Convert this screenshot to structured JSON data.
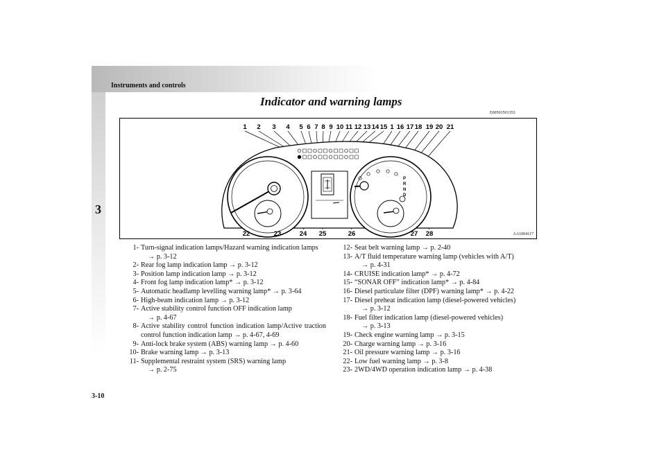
{
  "header": {
    "title": "Instruments and controls",
    "chapter": "3"
  },
  "section": {
    "title": "Indicator and warning lamps",
    "code": "E00501501353"
  },
  "figure": {
    "code": "AA1004117",
    "top_callouts": [
      "1",
      "2",
      "3",
      "4",
      "5",
      "6",
      "7",
      "8",
      "9",
      "10",
      "11",
      "12",
      "13",
      "14",
      "15",
      "1",
      "16",
      "17",
      "18",
      "19",
      "20",
      "21"
    ],
    "bottom_callouts": [
      "22",
      "23",
      "24",
      "25",
      "26",
      "27",
      "28"
    ],
    "gear_positions": [
      "P",
      "R",
      "N",
      "D"
    ]
  },
  "arrow": "→",
  "list_left": [
    {
      "num": "1-",
      "text": "Turn-signal indication lamps/Hazard warning indication lamps",
      "ref": "p. 3-12",
      "ref_newline": true
    },
    {
      "num": "2-",
      "text": "Rear fog lamp indication lamp",
      "ref": "p. 3-12",
      "ref_newline": false
    },
    {
      "num": "3-",
      "text": "Position lamp indication lamp",
      "ref": "p. 3-12",
      "ref_newline": false
    },
    {
      "num": "4-",
      "text": "Front fog lamp indication lamp*",
      "ref": "p. 3-12",
      "ref_newline": false
    },
    {
      "num": "5-",
      "text": "Automatic headlamp levelling warning lamp*",
      "ref": "p. 3-64",
      "ref_newline": false
    },
    {
      "num": "6-",
      "text": "High-beam indication lamp",
      "ref": "p. 3-12",
      "ref_newline": false
    },
    {
      "num": "7-",
      "text": "Active stability control function OFF indication lamp",
      "ref": "p. 4-67",
      "ref_newline": true
    },
    {
      "num": "8-",
      "text": "Active stability control function indication lamp/Active traction control function indication lamp",
      "ref": "p. 4-67, 4-69",
      "ref_newline": false
    },
    {
      "num": "9-",
      "text": "Anti-lock brake system (ABS) warning lamp",
      "ref": "p. 4-60",
      "ref_newline": false
    },
    {
      "num": "10-",
      "text": "Brake warning lamp",
      "ref": "p. 3-13",
      "ref_newline": false
    },
    {
      "num": "11-",
      "text": "Supplemental restraint system (SRS) warning lamp",
      "ref": "p. 2-75",
      "ref_newline": true
    }
  ],
  "list_right": [
    {
      "num": "12-",
      "text": "Seat belt warning lamp",
      "ref": "p. 2-40",
      "ref_newline": false
    },
    {
      "num": "13-",
      "text": "A/T fluid temperature warning lamp (vehicles with A/T)",
      "ref": "p. 4-31",
      "ref_newline": true
    },
    {
      "num": "14-",
      "text": "CRUISE indication lamp*",
      "ref": "p. 4-72",
      "ref_newline": false
    },
    {
      "num": "15-",
      "text": "“SONAR OFF” indication lamp*",
      "ref": "p. 4-84",
      "ref_newline": false
    },
    {
      "num": "16-",
      "text": "Diesel particulate filter (DPF) warning lamp*",
      "ref": "p. 4-22",
      "ref_newline": false
    },
    {
      "num": "17-",
      "text": "Diesel preheat indication lamp (diesel-powered vehicles)",
      "ref": "p. 3-12",
      "ref_newline": true
    },
    {
      "num": "18-",
      "text": "Fuel filter indication lamp (diesel-powered vehicles)",
      "ref": "p. 3-13",
      "ref_newline": true
    },
    {
      "num": "19-",
      "text": "Check engine warning lamp",
      "ref": "p. 3-15",
      "ref_newline": false
    },
    {
      "num": "20-",
      "text": "Charge warning lamp",
      "ref": "p. 3-16",
      "ref_newline": false
    },
    {
      "num": "21-",
      "text": "Oil pressure warning lamp",
      "ref": "p. 3-16",
      "ref_newline": false
    },
    {
      "num": "22-",
      "text": "Low fuel warning lamp",
      "ref": "p. 3-8",
      "ref_newline": false
    },
    {
      "num": "23-",
      "text": "2WD/4WD operation indication lamp",
      "ref": "p. 4-38",
      "ref_newline": false
    }
  ],
  "page_number": "3-10"
}
